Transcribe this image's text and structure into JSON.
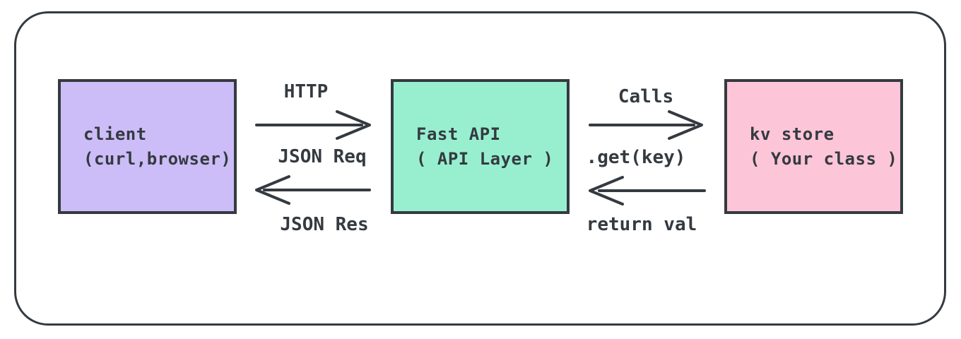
{
  "canvas": {
    "background": "#ffffff",
    "stroke_color": "#343a40"
  },
  "nodes": [
    {
      "id": "client",
      "line1": "client",
      "line2": "(curl,browser)",
      "fill": "#ccbdf8"
    },
    {
      "id": "fastapi",
      "line1": "Fast API",
      "line2": "( API Layer )",
      "fill": "#98efd0"
    },
    {
      "id": "kvstore",
      "line1": "kv store",
      "line2": "( Your class )",
      "fill": "#fcc5d8"
    }
  ],
  "edges": [
    {
      "id": "client-to-fastapi",
      "direction": "right",
      "label_above": "HTTP",
      "label_below": "JSON Req"
    },
    {
      "id": "fastapi-to-client",
      "direction": "left",
      "label_below": "JSON Res"
    },
    {
      "id": "fastapi-to-kvstore",
      "direction": "right",
      "label_above": "Calls",
      "label_below": ".get(key)"
    },
    {
      "id": "kvstore-to-fastapi",
      "direction": "left",
      "label_below": "return val"
    }
  ]
}
